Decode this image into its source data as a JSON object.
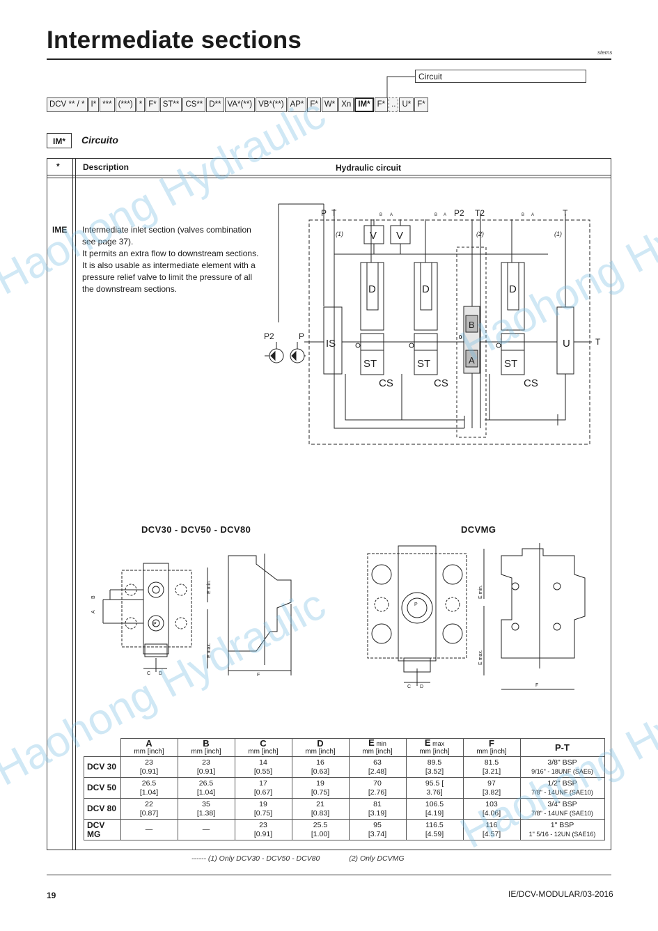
{
  "page_title": "Intermediate sections",
  "header_note": "stems",
  "circuit_label": "Circuit",
  "code_row": [
    "DCV ** / *",
    "I*",
    "***",
    "(***)",
    "*",
    "F*",
    "ST**",
    "CS**",
    "D**",
    "VA*(**)",
    "VB*(**)",
    "AP*",
    "F*",
    "W*",
    "Xn",
    "IM*",
    "F*",
    "..",
    "U*",
    "F*"
  ],
  "section": {
    "tag": "IM*",
    "title": "Circuito"
  },
  "table_header": {
    "col1": "*",
    "col2": "Description",
    "col3": "Hydraulic circuit"
  },
  "ime": {
    "code": "IME",
    "description": "Intermediate inlet section (valves combination see page 37).\nIt permits an extra flow to downstream sections. It is also usable as intermediate element with a pressure relief valve to limit the pressure of all the downstream sections."
  },
  "circuit_labels": {
    "P": "P",
    "T": "T",
    "P2": "P2",
    "T2": "T2",
    "B": "B",
    "A": "A",
    "IS": "IS",
    "U": "U",
    "V": "V",
    "D": "D",
    "ST": "ST",
    "CS": "CS",
    "note1": "(1)",
    "note2": "(2)",
    "zero": "0"
  },
  "drawings": {
    "left_title": "DCV30 - DCV50 - DCV80",
    "right_title": "DCVMG",
    "dim_labels": {
      "A": "A",
      "B": "B",
      "C": "C",
      "D": "D",
      "F": "F",
      "E_min": "E min.",
      "E_max": "E max.",
      "P": "P"
    }
  },
  "dims_table": {
    "columns": [
      {
        "h": "A",
        "u": "mm [inch]"
      },
      {
        "h": "B",
        "u": "mm [inch]"
      },
      {
        "h": "C",
        "u": "mm [inch]"
      },
      {
        "h": "D",
        "u": "mm [inch]"
      },
      {
        "h": "E",
        "hs": "min",
        "u": "mm [inch]"
      },
      {
        "h": "E",
        "hs": "max",
        "u": "mm [inch]"
      },
      {
        "h": "F",
        "u": "mm [inch]"
      },
      {
        "h": "P-T",
        "u": ""
      }
    ],
    "rows": [
      {
        "name": "DCV 30",
        "cells": [
          [
            "23",
            "[0.91]"
          ],
          [
            "23",
            "[0.91]"
          ],
          [
            "14",
            "[0.55]"
          ],
          [
            "16",
            "[0.63]"
          ],
          [
            "63",
            "[2.48]"
          ],
          [
            "89.5",
            "[3.52]"
          ],
          [
            "81.5",
            "[3.21]"
          ]
        ],
        "pt": [
          "3/8\" BSP",
          "9/16\" - 18UNF (SAE6)"
        ]
      },
      {
        "name": "DCV 50",
        "cells": [
          [
            "26.5",
            "[1.04]"
          ],
          [
            "26.5",
            "[1.04]"
          ],
          [
            "17",
            "[0.67]"
          ],
          [
            "19",
            "[0.75]"
          ],
          [
            "70",
            "[2.76]"
          ],
          [
            "95.5 [",
            "3.76]"
          ],
          [
            "97",
            "[3.82]"
          ]
        ],
        "pt": [
          "1/2\" BSP",
          "7/8\" - 14UNF (SAE10)"
        ]
      },
      {
        "name": "DCV 80",
        "cells": [
          [
            "22",
            "[0.87]"
          ],
          [
            "35",
            "[1.38]"
          ],
          [
            "19",
            "[0.75]"
          ],
          [
            "21",
            "[0.83]"
          ],
          [
            "81",
            "[3.19]"
          ],
          [
            "106.5",
            "[4.19]"
          ],
          [
            "103",
            "[4.06]"
          ]
        ],
        "pt": [
          "3/4\" BSP",
          "7/8\" - 14UNF (SAE10)"
        ]
      },
      {
        "name": "DCV MG",
        "cells": [
          [
            "—",
            ""
          ],
          [
            "—",
            ""
          ],
          [
            "23",
            "[0.91]"
          ],
          [
            "25.5",
            "[1.00]"
          ],
          [
            "95",
            "[3.74]"
          ],
          [
            "116.5",
            "[4.59]"
          ],
          [
            "116",
            "[4.57]"
          ]
        ],
        "pt": [
          "1\" BSP",
          "1\" 5/16 - 12UN (SAE16)"
        ]
      }
    ]
  },
  "footnotes": {
    "n1": "------ (1)  Only DCV30 - DCV50 - DCV80",
    "n2": "(2)  Only DCVMG"
  },
  "footer": {
    "page": "19",
    "doc": "IE/DCV-MODULAR/03-2016"
  },
  "watermark": "Haohong Hydraulic"
}
